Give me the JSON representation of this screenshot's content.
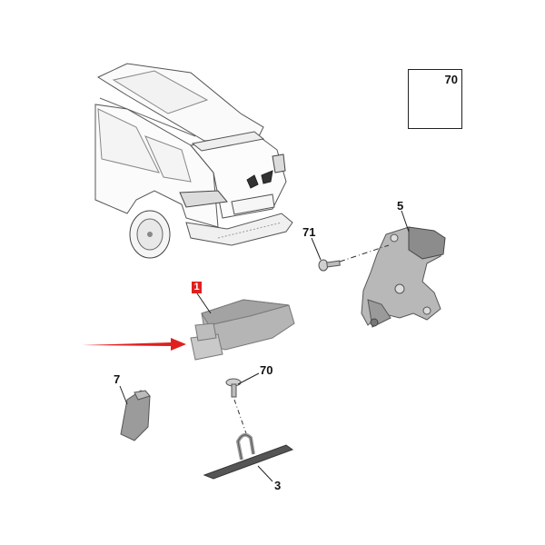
{
  "diagram": {
    "type": "exploded parts diagram",
    "subject": "SUV rear tailgate lock assembly",
    "colors": {
      "highlight_red": "#e0201f",
      "line": "#222222",
      "part_gray": "#9a9a9a",
      "background": "#ffffff"
    },
    "callouts": {
      "inset_fastener": "70",
      "part_1": "1",
      "part_3": "3",
      "part_5": "5",
      "part_7": "7",
      "part_70": "70",
      "part_71": "71"
    },
    "parts": [
      {
        "ref": "1",
        "description": "tailgate lock actuator module",
        "highlighted": true
      },
      {
        "ref": "3",
        "description": "striker plate with U-loop"
      },
      {
        "ref": "5",
        "description": "tailgate lock motor assembly"
      },
      {
        "ref": "7",
        "description": "connector / switch"
      },
      {
        "ref": "70",
        "description": "flanged screw"
      },
      {
        "ref": "71",
        "description": "bolt"
      }
    ],
    "arrow": {
      "color": "#e0201f",
      "points_to": "1"
    }
  }
}
